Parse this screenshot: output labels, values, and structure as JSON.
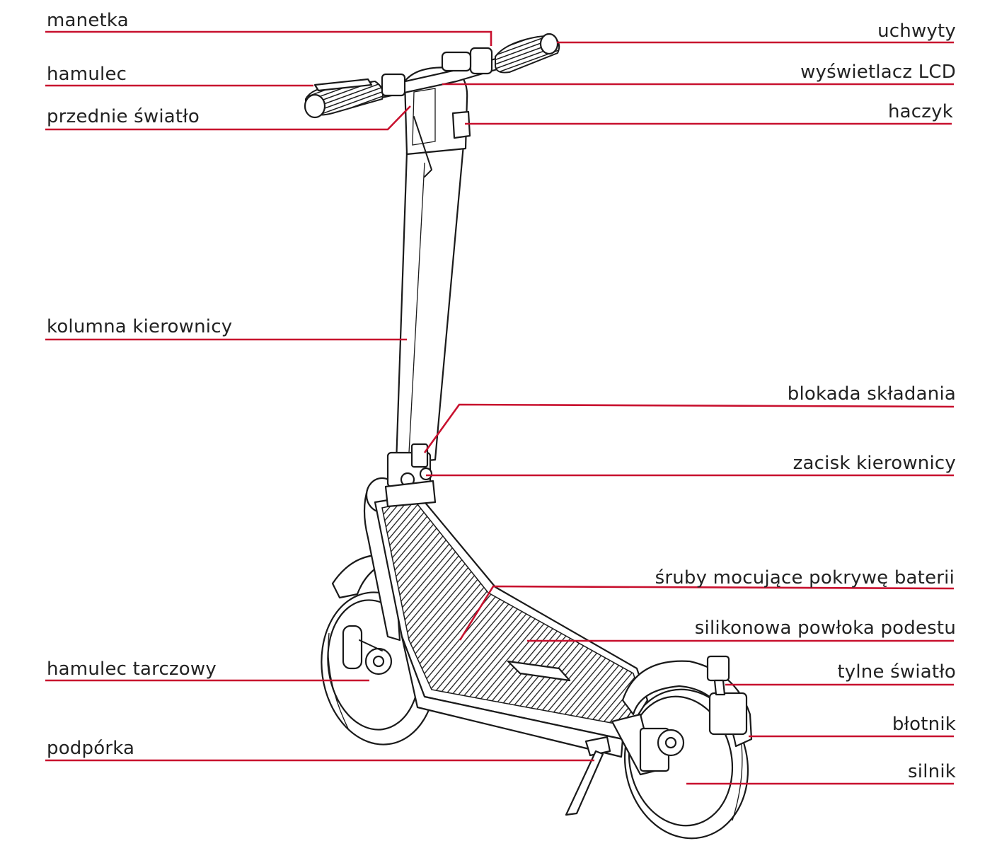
{
  "accent_color": "#c8102e",
  "labels": {
    "manetka": "manetka",
    "hamulec": "hamulec",
    "przednie_swiatlo": "przednie światło",
    "kolumna_kierownicy": "kolumna kierownicy",
    "hamulec_tarczowy": "hamulec tarczowy",
    "podporka": "podpórka",
    "uchwyty": "uchwyty",
    "wyswietlacz_lcd": "wyświetlacz LCD",
    "haczyk": "haczyk",
    "blokada_skladania": "blokada składania",
    "zacisk_kierownicy": "zacisk kierownicy",
    "sruby_mocujace": "śruby mocujące pokrywę baterii",
    "silikonowa_powloka": "silikonowa powłoka podestu",
    "tylne_swiatlo": "tylne światło",
    "blotnik": "błotnik",
    "silnik": "silnik"
  }
}
